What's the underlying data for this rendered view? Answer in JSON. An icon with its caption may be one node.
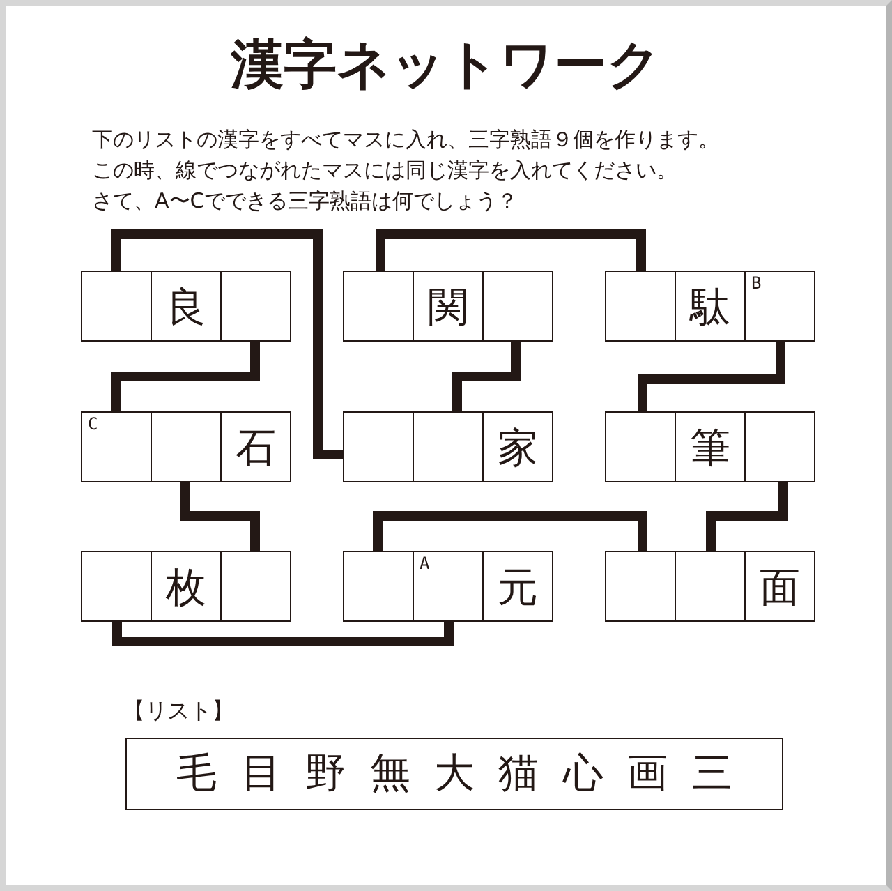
{
  "diagram": {
    "title": "漢字ネットワーク",
    "nodes": [
      {
        "text": [],
        "shape": "box"
      },
      {
        "text": [
          "良"
        ]
      },
      {
        "text": [],
        "shape": "box"
      },
      {
        "text": [],
        "shape": "box"
      },
      {
        "text": [
          "関"
        ]
      },
      {
        "text": [],
        "shape": "box"
      },
      {
        "text": [],
        "shape": "box"
      },
      {
        "text": [
          "駄"
        ]
      },
      {
        "text": [
          "B"
        ]
      },
      {
        "text": [
          "C"
        ]
      },
      {
        "text": [],
        "shape": "box"
      },
      {
        "text": [
          "石"
        ]
      },
      {
        "text": [],
        "shape": "box"
      },
      {
        "text": [],
        "shape": "box"
      },
      {
        "text": [
          "家"
        ]
      },
      {
        "text": [],
        "shape": "box"
      },
      {
        "text": [
          "筆"
        ]
      },
      {
        "text": [],
        "shape": "box"
      },
      {
        "text": [],
        "shape": "box"
      },
      {
        "text": [
          "枚"
        ]
      },
      {
        "text": [],
        "shape": "box"
      },
      {
        "text": [],
        "shape": "box"
      },
      {
        "text": [
          "A"
        ]
      },
      {
        "text": [
          "元"
        ]
      },
      {
        "text": [],
        "shape": "box"
      },
      {
        "text": [],
        "shape": "box"
      },
      {
        "text": [
          "面"
        ]
      },
      {
        "text": [
          "毛 目 野 無 大 猫 心 画 三"
        ],
        "beside": [
          "【リスト】"
        ]
      }
    ],
    "edges": [
      {
        "from": 0,
        "to": 12,
        "arrow": "none"
      },
      {
        "from": 3,
        "to": 6,
        "arrow": "none"
      },
      {
        "from": 2,
        "to": 9,
        "arrow": "none"
      },
      {
        "from": 5,
        "to": 13,
        "arrow": "none"
      },
      {
        "from": 8,
        "to": 15,
        "arrow": "none"
      },
      {
        "from": 10,
        "to": 20,
        "arrow": "none"
      },
      {
        "from": 17,
        "to": 25,
        "arrow": "none"
      },
      {
        "from": 21,
        "to": 24,
        "arrow": "none"
      },
      {
        "from": 18,
        "to": 22,
        "arrow": "none"
      }
    ],
    "labels": [
      "下のリストの漢字をすべてマスに入れ、三字熟語９個を作ります。",
      "この時、線でつながれたマスには同じ漢字を入れてください。",
      "さて、A〜Cでできる三字熟語は何でしょう？"
    ]
  }
}
